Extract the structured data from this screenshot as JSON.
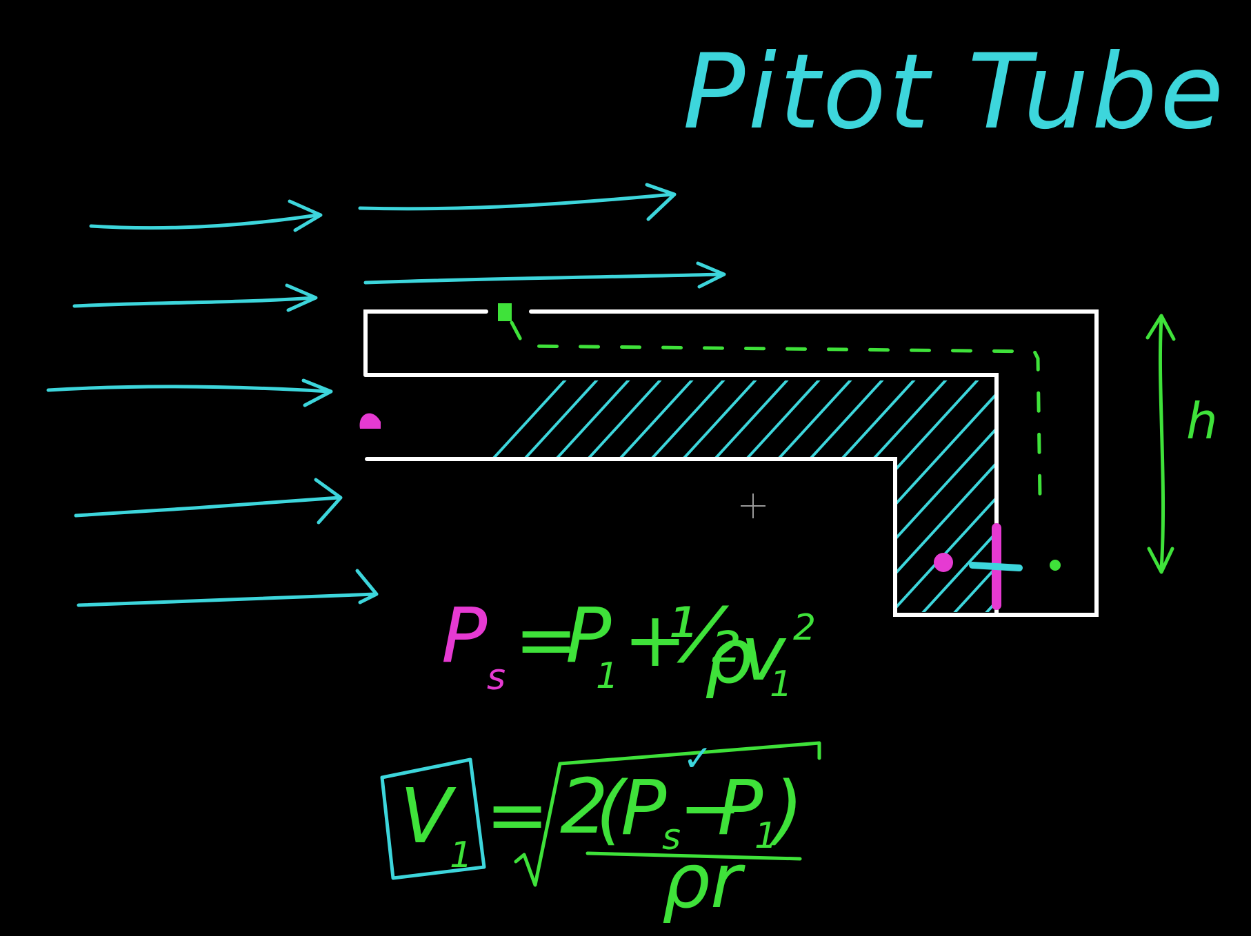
{
  "title": "Pitot Tube",
  "height_label": "h",
  "equation1": {
    "lhs_symbol": "P",
    "lhs_sub": "s",
    "equals": "=",
    "p_symbol": "P",
    "p_sub": "1",
    "plus": "+",
    "half": "½",
    "rho": "ρ",
    "v_symbol": "v",
    "v_sub": "1",
    "exponent": "2"
  },
  "equation2": {
    "lhs_symbol": "V",
    "lhs_sub": "1",
    "equals": "=",
    "coef": "2",
    "open_paren": "(",
    "ps_symbol": "P",
    "ps_sub": "s",
    "minus": "−",
    "p1_symbol": "P",
    "p1_sub": "1",
    "close_paren": ")",
    "denominator": "ρr",
    "check": "✓"
  },
  "colors": {
    "background": "#000000",
    "flow": "#3dd6dc",
    "tube": "#ffffff",
    "accent_green": "#3fe23a",
    "accent_magenta": "#e63ad2"
  }
}
